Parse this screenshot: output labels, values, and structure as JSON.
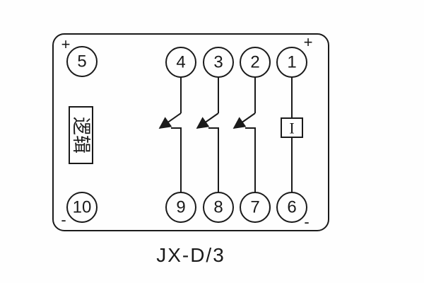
{
  "diagram": {
    "title": "JX-D/3",
    "logic_label": "逻辑",
    "polarity": {
      "top_left": "+",
      "top_right": "+",
      "bottom_left": "-",
      "bottom_right": "-"
    },
    "terminals": {
      "top": [
        "5",
        "4",
        "3",
        "2",
        "1"
      ],
      "bottom": [
        "10",
        "9",
        "8",
        "7",
        "6"
      ]
    },
    "contacts": [
      {
        "type": "normally-open-contact",
        "from": "4",
        "to": "9"
      },
      {
        "type": "normally-open-contact",
        "from": "3",
        "to": "8"
      },
      {
        "type": "normally-open-contact",
        "from": "2",
        "to": "7"
      }
    ],
    "current_element": {
      "label": "I",
      "from": "1",
      "to": "6"
    },
    "colors": {
      "line": "#1a1a1a",
      "background": "#fefefe"
    }
  }
}
